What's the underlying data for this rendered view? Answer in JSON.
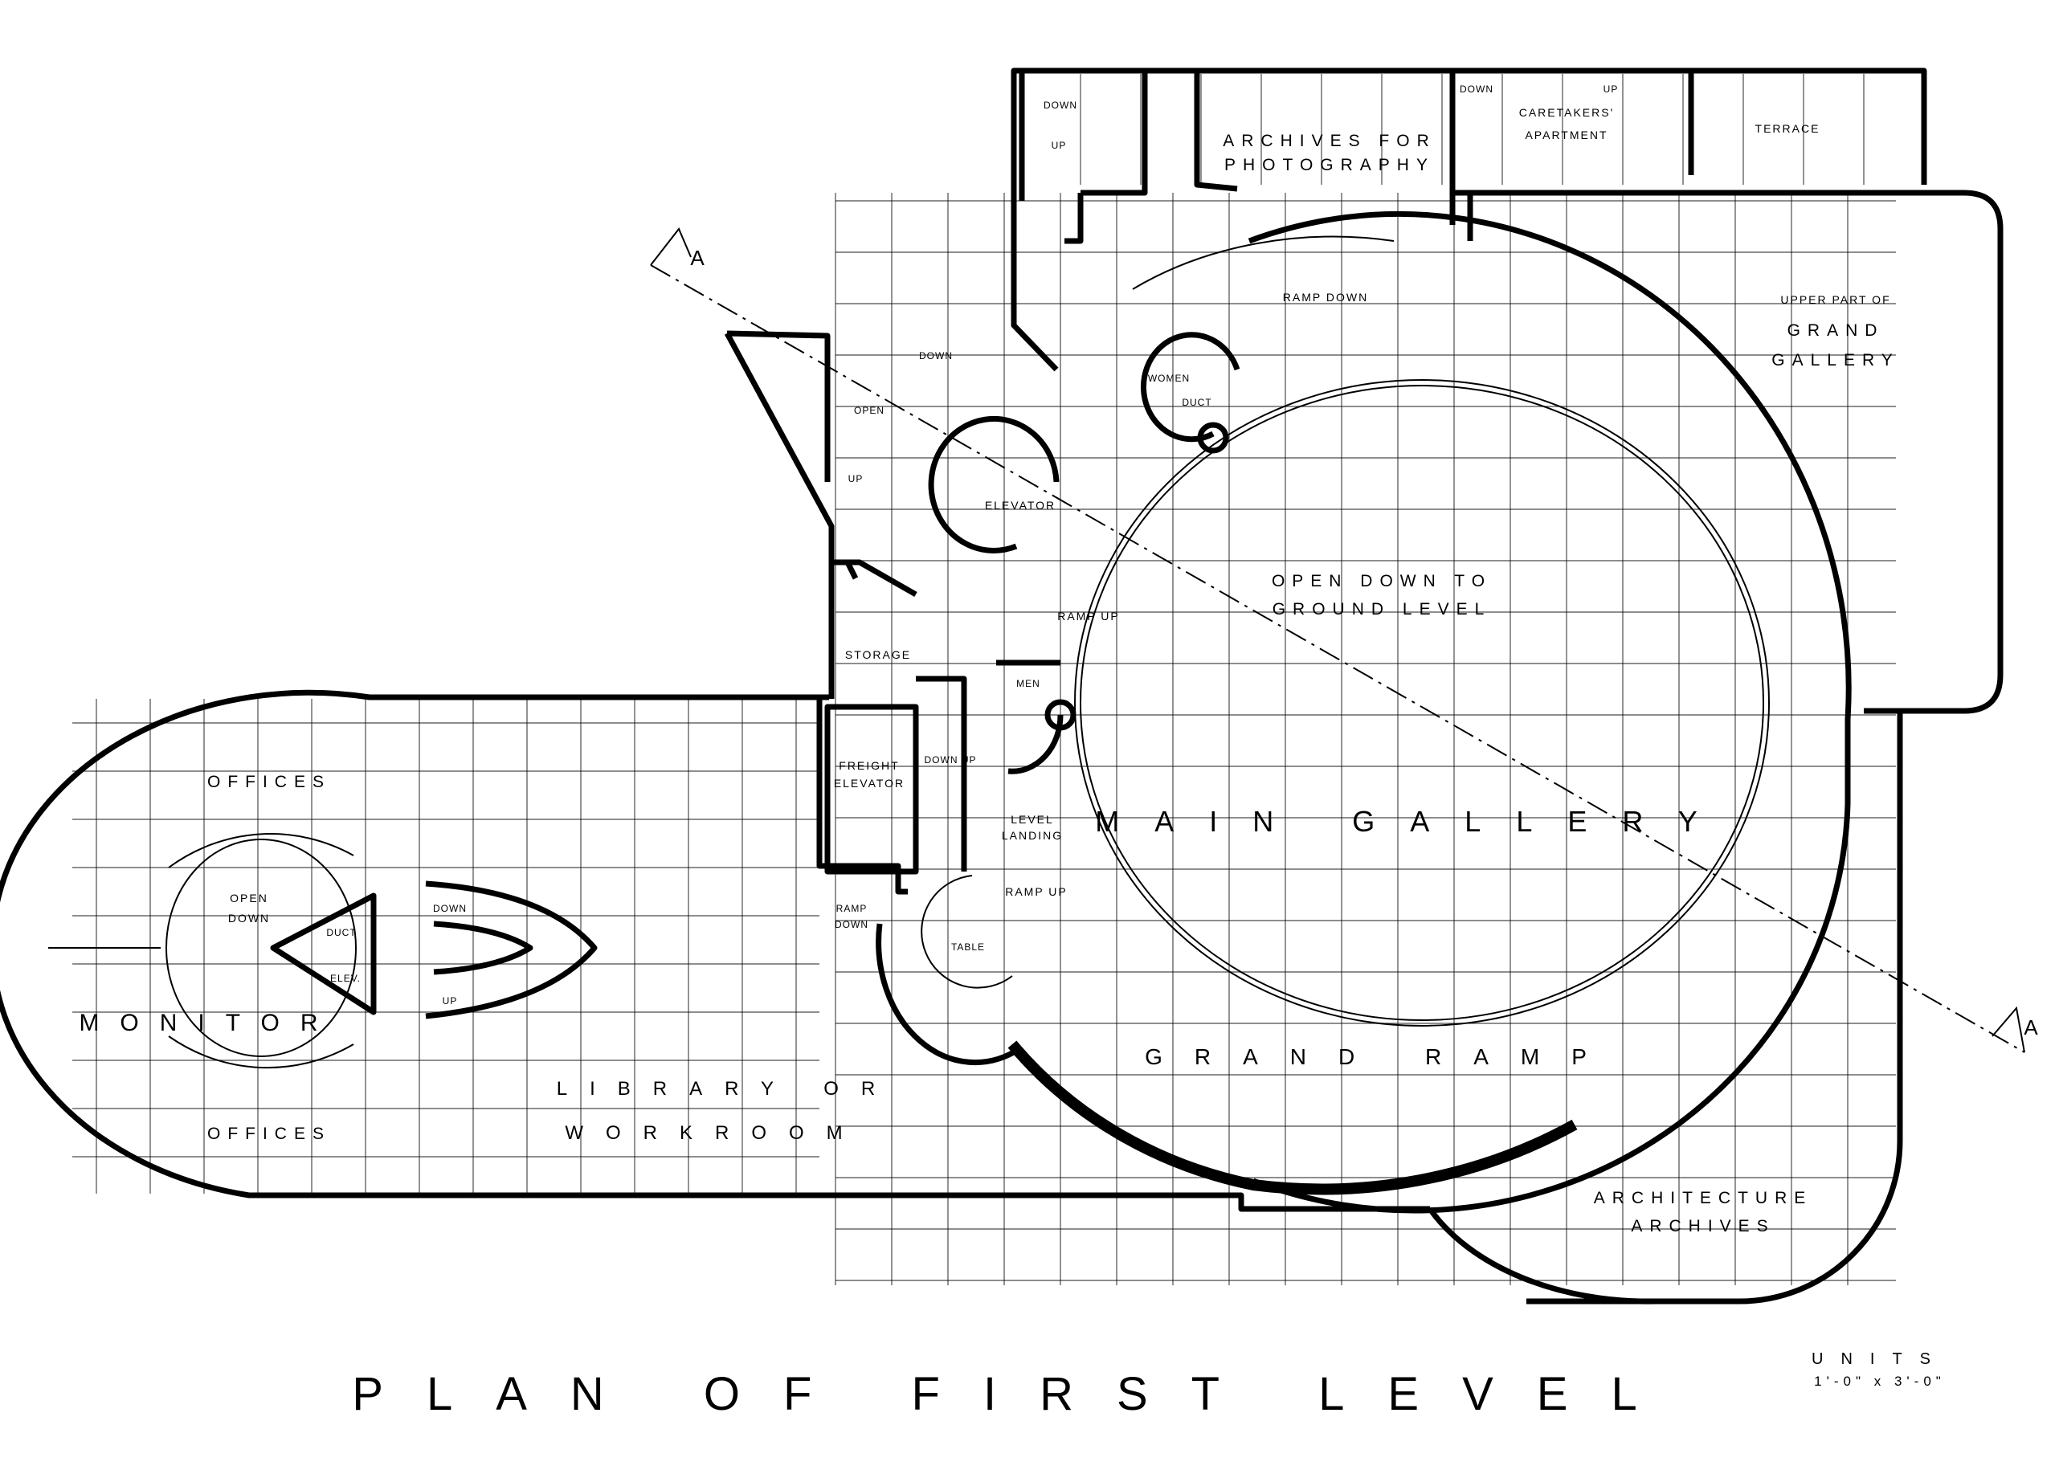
{
  "drawing": {
    "title": "PLAN OF FIRST LEVEL",
    "units_label": "UNITS",
    "units_value": "1'-0\" x 3'-0\"",
    "section_marker_1": "A",
    "section_marker_2": "A"
  },
  "labels": {
    "archives_photo_1": "ARCHIVES FOR",
    "archives_photo_2": "PHOTOGRAPHY",
    "caretakers_1": "CARETAKERS'",
    "caretakers_2": "APARTMENT",
    "terrace": "TERRACE",
    "upper_grand_1": "UPPER PART OF",
    "upper_grand_2": "GRAND",
    "upper_grand_3": "GALLERY",
    "ramp_down": "RAMP DOWN",
    "women": "WOMEN",
    "duct_top": "DUCT",
    "elevator": "ELEVATOR",
    "open_stair": "OPEN",
    "down_1": "DOWN",
    "up_1": "UP",
    "down_top": "DOWN",
    "up_top": "UP",
    "down_care": "DOWN",
    "up_care": "UP",
    "open_down_1": "OPEN DOWN TO",
    "open_down_2": "GROUND LEVEL",
    "ramp_up_1": "RAMP UP",
    "storage": "STORAGE",
    "men": "MEN",
    "freight_1": "FREIGHT",
    "freight_2": "ELEVATOR",
    "down_up": "DOWN UP",
    "level_1": "LEVEL",
    "level_2": "LANDING",
    "main_gallery": "MAIN GALLERY",
    "ramp_up_2": "RAMP UP",
    "ramp_down_2a": "RAMP",
    "ramp_down_2b": "DOWN",
    "table": "TABLE",
    "grand_ramp": "GRAND RAMP",
    "arch_archives_1": "ARCHITECTURE",
    "arch_archives_2": "ARCHIVES",
    "offices_top": "OFFICES",
    "offices_bottom": "OFFICES",
    "monitor": "MONITOR",
    "open_down_small_1": "OPEN",
    "open_down_small_2": "DOWN",
    "duct_left": "DUCT",
    "elev_left": "ELEV.",
    "down_left": "DOWN",
    "up_left": "UP",
    "library_1": "LIBRARY OR",
    "library_2": "WORKROOM"
  },
  "colors": {
    "ink": "#000000",
    "paper": "#ffffff"
  }
}
